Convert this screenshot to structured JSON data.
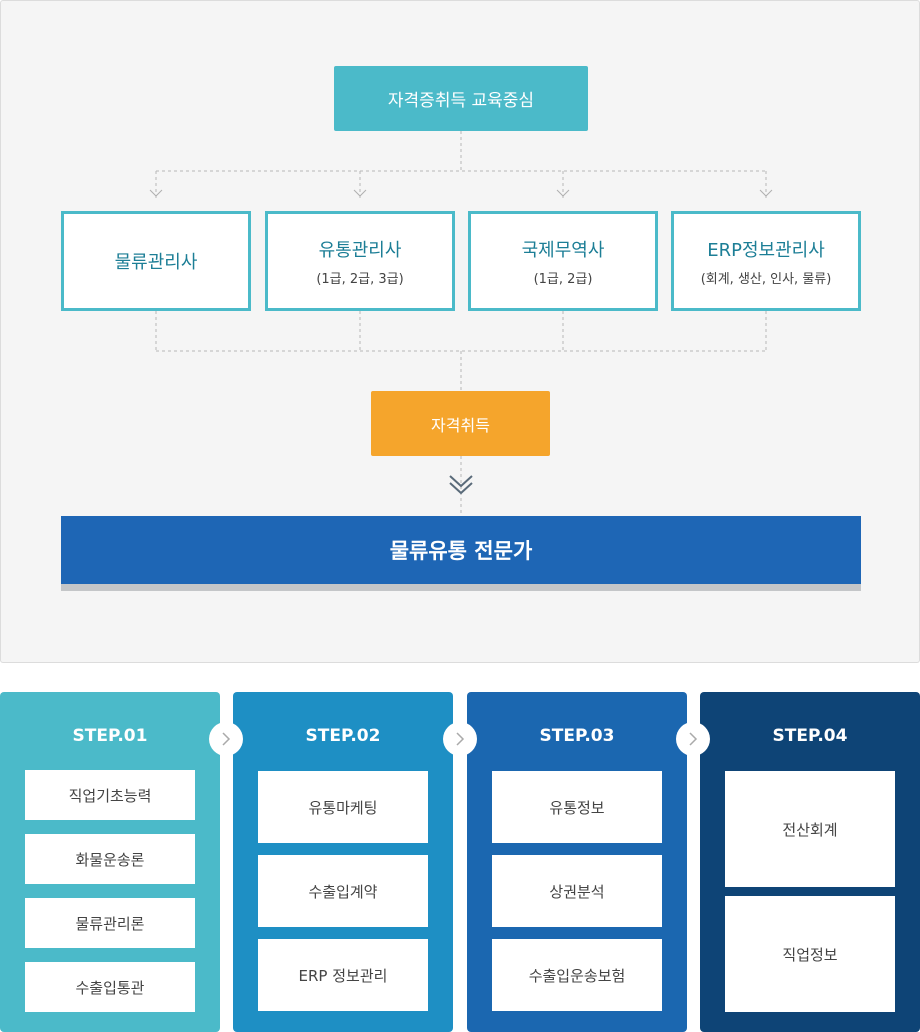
{
  "top_node": "자격증취득 교육중심",
  "certificates": [
    {
      "title": "물류관리사",
      "sub": ""
    },
    {
      "title": "유통관리사",
      "sub": "(1급, 2급, 3급)"
    },
    {
      "title": "국제무역사",
      "sub": "(1급, 2급)"
    },
    {
      "title": "ERP정보관리사",
      "sub": "(회계, 생산, 인사, 물류)"
    }
  ],
  "acquire_node": "자격취득",
  "expert_node": "물류유통 전문가",
  "steps": [
    {
      "title": "STEP.01",
      "items": [
        "직업기초능력",
        "화물운송론",
        "물류관리론",
        "수출입통관"
      ]
    },
    {
      "title": "STEP.02",
      "items": [
        "유통마케팅",
        "수출입계약",
        "ERP 정보관리"
      ]
    },
    {
      "title": "STEP.03",
      "items": [
        "유통정보",
        "상권분석",
        "수출입운송보험"
      ]
    },
    {
      "title": "STEP.04",
      "items": [
        "전산회계",
        "직업정보"
      ]
    }
  ],
  "colors": {
    "teal": "#4bbac9",
    "orange": "#f5a52c",
    "blue": "#1e66b5",
    "step2": "#1e8fc4",
    "step3": "#1b67b0",
    "step4": "#0e4476"
  },
  "icons": {
    "down_arrow": "chevron-down-icon",
    "double_down": "double-chevron-down-icon",
    "step_arrow": "chevron-right-icon"
  }
}
